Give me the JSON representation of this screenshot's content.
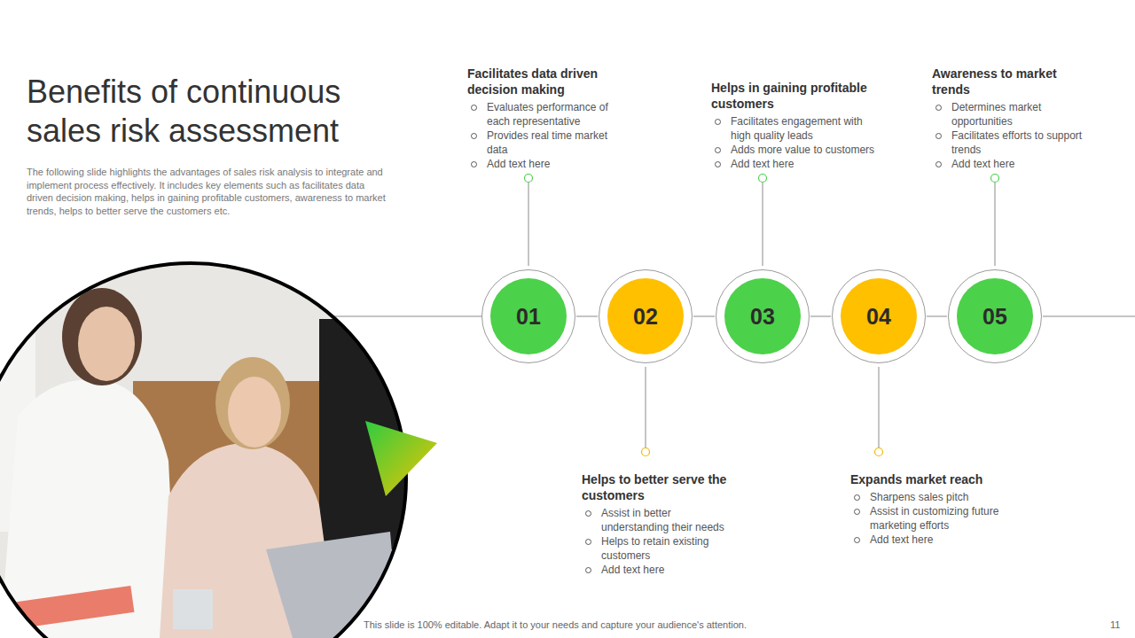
{
  "diagram": {
    "title": "Benefits of continuous sales risk assessment",
    "nodes": [
      {
        "text": [
          "01",
          "Facilitates data driven decision making",
          "Evaluates performance of each representative",
          "Provides real time market data",
          "Add text here"
        ]
      },
      {
        "text": [
          "02",
          "Helps to better serve the customers",
          "Assist in better understanding their needs",
          "Helps to retain existing customers",
          "Add text here"
        ]
      },
      {
        "text": [
          "03",
          "Helps in gaining profitable customers",
          "Facilitates engagement with high quality leads",
          "Adds more value to customers",
          "Add text here"
        ]
      },
      {
        "text": [
          "04",
          "Expands market reach",
          "Sharpens sales pitch",
          "Assist in customizing future marketing efforts",
          "Add text here"
        ]
      },
      {
        "text": [
          "05",
          "Awareness to market trends",
          "Determines market opportunities",
          "Facilitates efforts to support trends",
          "Add text here"
        ]
      }
    ],
    "edges": [
      {
        "from": 0,
        "to": 1,
        "arrow": "none"
      },
      {
        "from": 1,
        "to": 2,
        "arrow": "none"
      },
      {
        "from": 2,
        "to": 3,
        "arrow": "none"
      },
      {
        "from": 3,
        "to": 4,
        "arrow": "none"
      }
    ],
    "labels": [
      "The following slide highlights the advantages of sales risk analysis to integrate and implement process effectively. It includes key elements such as facilitates data driven decision making, helps in gaining profitable customers, awareness to market trends, helps to better serve the customers etc.",
      "This slide is 100% editable. Adapt it to your needs and capture your audience's attention.",
      "11"
    ]
  }
}
